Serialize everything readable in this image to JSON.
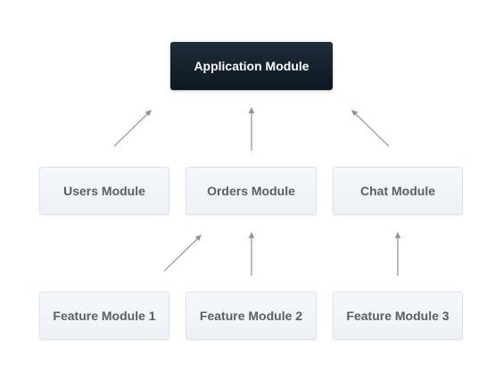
{
  "diagram": {
    "root": {
      "label": "Application Module"
    },
    "modules": [
      {
        "label": "Users Module"
      },
      {
        "label": "Orders Module"
      },
      {
        "label": "Chat Module"
      }
    ],
    "features": [
      {
        "label": "Feature Module 1"
      },
      {
        "label": "Feature Module 2"
      },
      {
        "label": "Feature Module 3"
      }
    ],
    "edges": [
      {
        "from": "Users Module",
        "to": "Application Module"
      },
      {
        "from": "Orders Module",
        "to": "Application Module"
      },
      {
        "from": "Chat Module",
        "to": "Application Module"
      },
      {
        "from": "Feature Module 1",
        "to": "Orders Module"
      },
      {
        "from": "Feature Module 2",
        "to": "Orders Module"
      },
      {
        "from": "Feature Module 3",
        "to": "Chat Module"
      }
    ],
    "colors": {
      "root_fill": "#14202b",
      "module_fill": "#eef2f7",
      "module_border": "#dde3ea",
      "arrow": "#8e9398"
    }
  }
}
